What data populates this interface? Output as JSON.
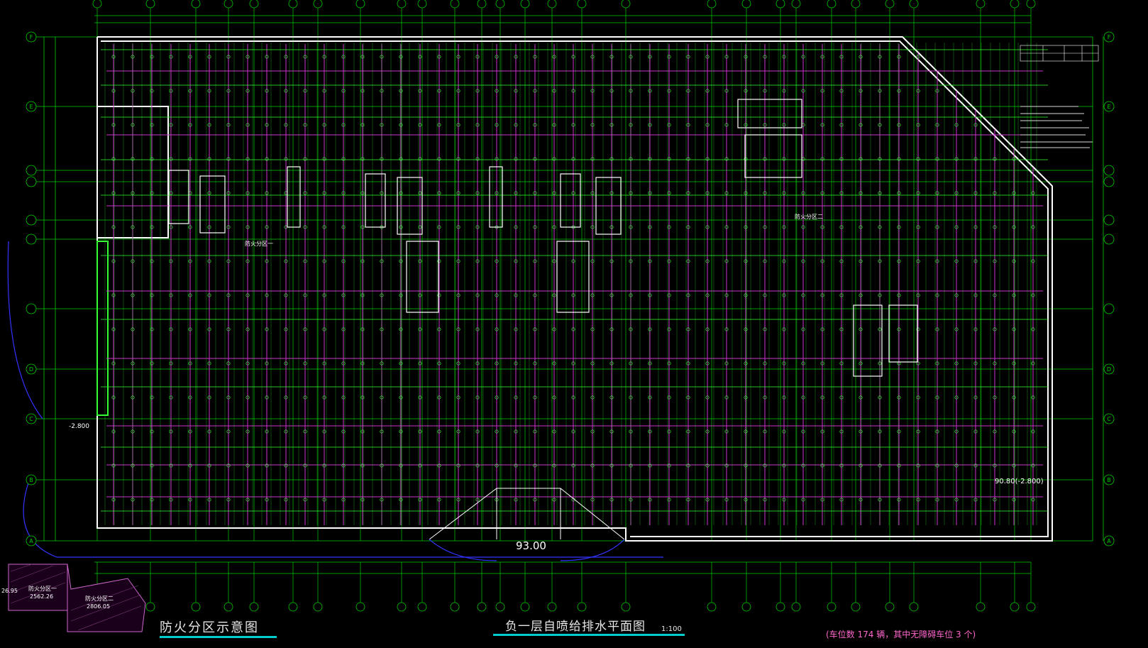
{
  "drawing": {
    "main_title": "负一层自喷给排水平面图",
    "scale": "1:100",
    "fire_zone_title": "防火分区示意图",
    "parking_note": "(车位数  174  辆，其中无障碍车位  3  个)",
    "elevation_label": "93.00",
    "right_elevation": "90.80(-2.800)",
    "left_elevation": "-2.800",
    "fire_zone_one": "防火分区一",
    "fire_zone_two": "防火分区二",
    "mini_zone_one_area": "2562.26",
    "mini_zone_two_area": "2806.05",
    "mini_zone_one_label": "防火分区一",
    "mini_zone_two_label": "防火分区二",
    "mini_zone_left_num": "26.95"
  },
  "grid": {
    "row_labels_left": [
      "F",
      "E",
      "D",
      "C",
      "B",
      "A"
    ],
    "row_labels_right": [
      "F",
      "E",
      "D",
      "C",
      "B",
      "A"
    ]
  },
  "colors": {
    "background": "#000000",
    "grid_line": "#00cc00",
    "wall": "#ffffff",
    "pipe_magenta": "#cc33cc",
    "pipe_green": "#33ff33",
    "cyan": "#00cccc",
    "blue": "#3333ff",
    "yellow": "#ffff00"
  }
}
